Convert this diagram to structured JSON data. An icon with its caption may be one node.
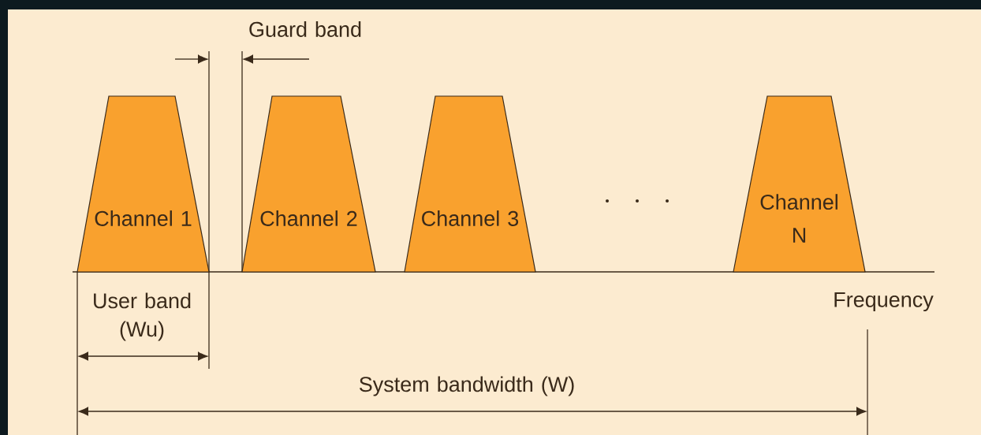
{
  "diagram": {
    "nodes": [
      {
        "text": [
          "Channel 1"
        ]
      },
      {
        "text": [
          "Channel 2"
        ]
      },
      {
        "text": [
          "Channel 3"
        ]
      },
      {
        "text": [
          "Channel N"
        ]
      }
    ],
    "labels": [
      "Guard band",
      "User band (Wu)",
      "Frequency",
      "System bandwidth (W)"
    ]
  }
}
